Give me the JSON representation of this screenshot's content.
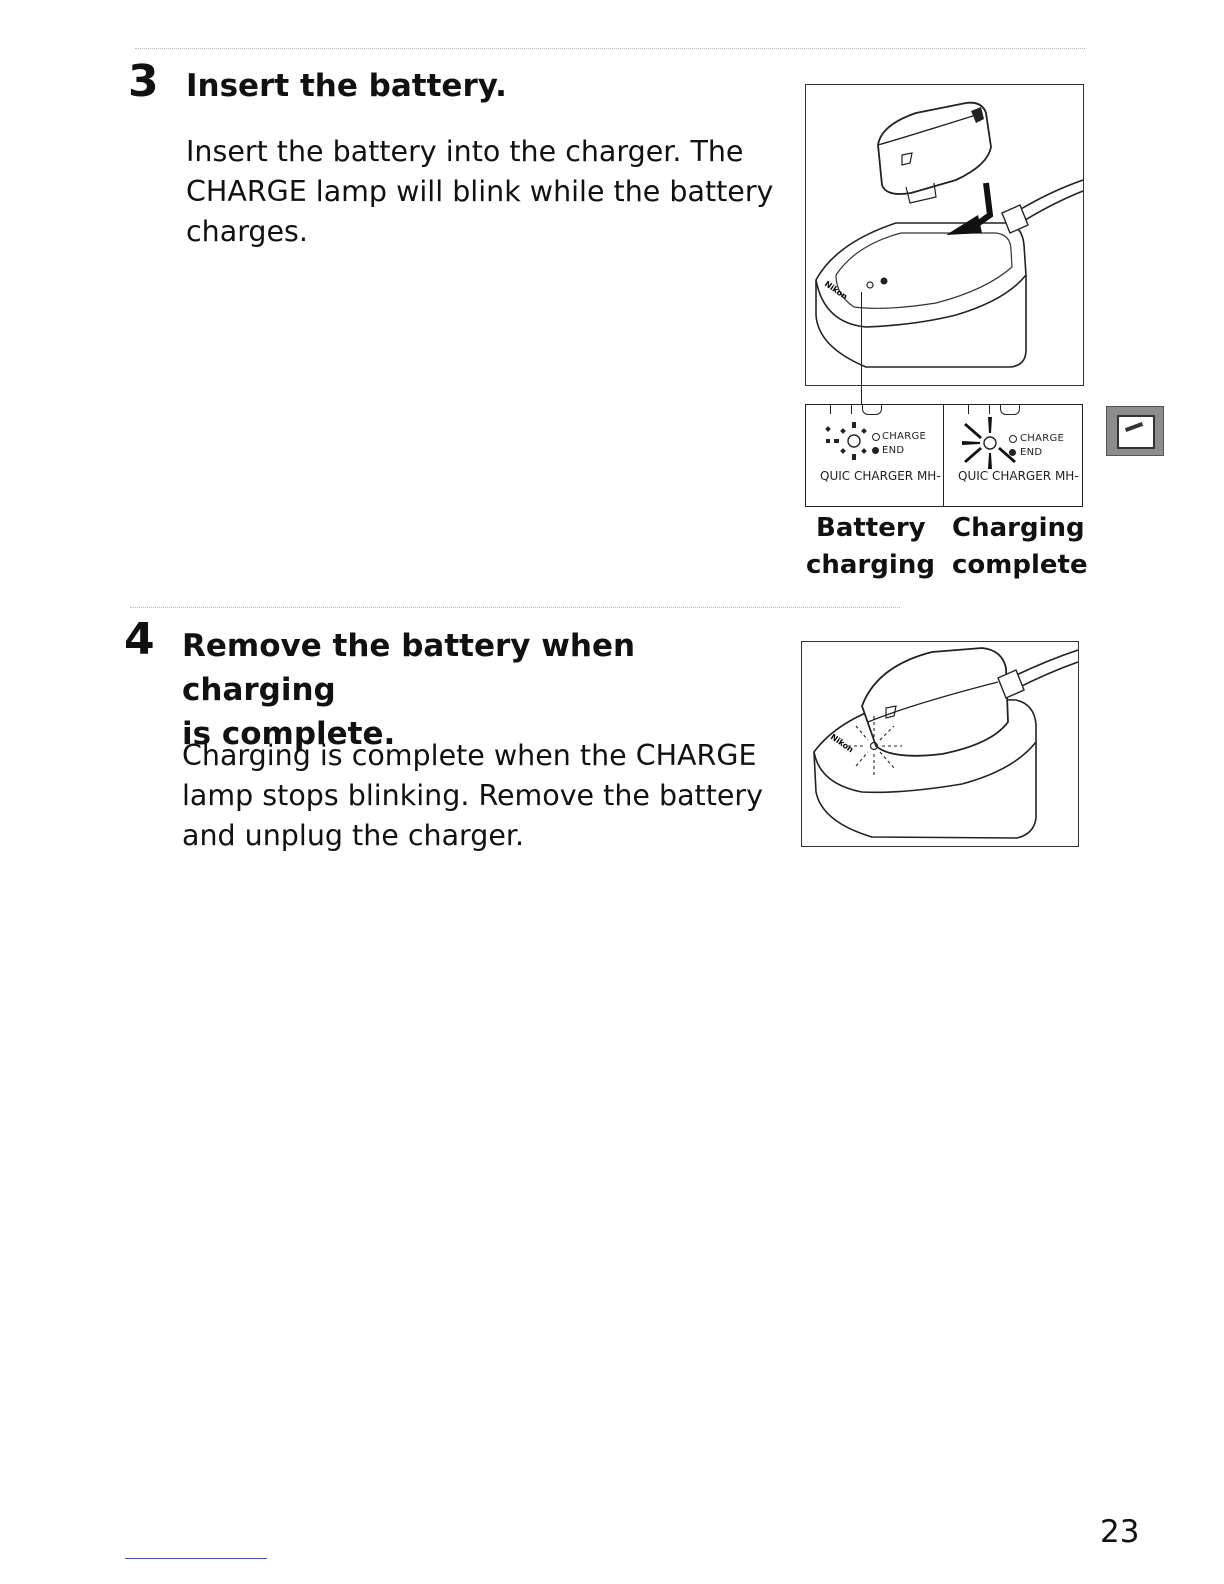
{
  "steps": [
    {
      "number": "3",
      "title": "Insert the battery.",
      "body": [
        "Insert the battery into the charger.  The",
        "CHARGE lamp will blink while the battery",
        "charges."
      ]
    },
    {
      "number": "4",
      "title": [
        "Remove the battery when charging",
        "is complete."
      ],
      "body": [
        "Charging is complete when the CHARGE",
        "lamp stops blinking.  Remove the battery",
        "and unplug the charger."
      ]
    }
  ],
  "lamp_panels": {
    "charge_label": "CHARGE",
    "end_label": "END",
    "left_model": "QUIC  CHARGER MH-",
    "right_model": "QUIC  CHARGER MH-"
  },
  "captions": {
    "charging": [
      "Battery",
      "charging"
    ],
    "complete": [
      "Charging",
      "complete"
    ]
  },
  "page_number": "23",
  "icons": {
    "side_tab": "camera-setup-tab-icon"
  }
}
